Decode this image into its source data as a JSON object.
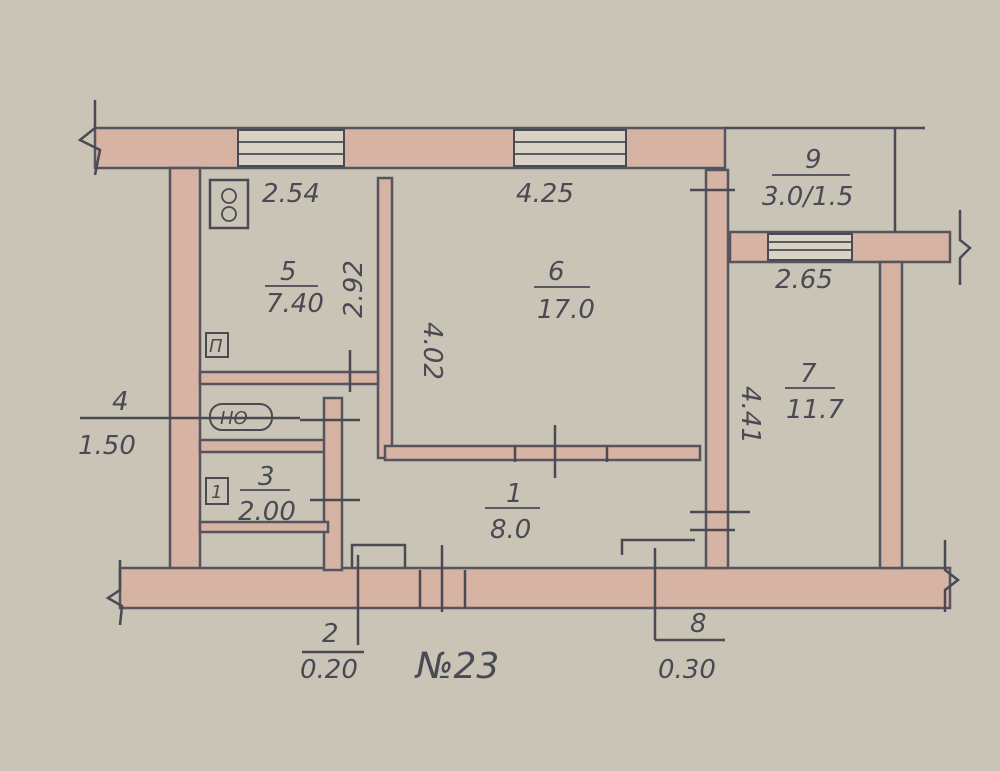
{
  "plan_number": "№23",
  "rooms": [
    {
      "id": "1",
      "area": "8.0"
    },
    {
      "id": "2",
      "area": "0.20"
    },
    {
      "id": "3",
      "area": "2.00"
    },
    {
      "id": "4",
      "area": "1.50"
    },
    {
      "id": "5",
      "area": "7.40"
    },
    {
      "id": "6",
      "area": "17.0"
    },
    {
      "id": "7",
      "area": "11.7"
    },
    {
      "id": "8",
      "area": "0.30"
    },
    {
      "id": "9",
      "area": "3.0/1.5"
    }
  ],
  "dimensions": {
    "room5_width": "2.54",
    "room6_width": "4.25",
    "room5_depth": "2.92",
    "room6_depth": "4.02",
    "room7_depth": "4.41",
    "room7_width": "2.65"
  },
  "fixtures": {
    "stove": "⊗",
    "sink_label": "П",
    "bathtub_label": "НО",
    "toilet_label": "1"
  }
}
